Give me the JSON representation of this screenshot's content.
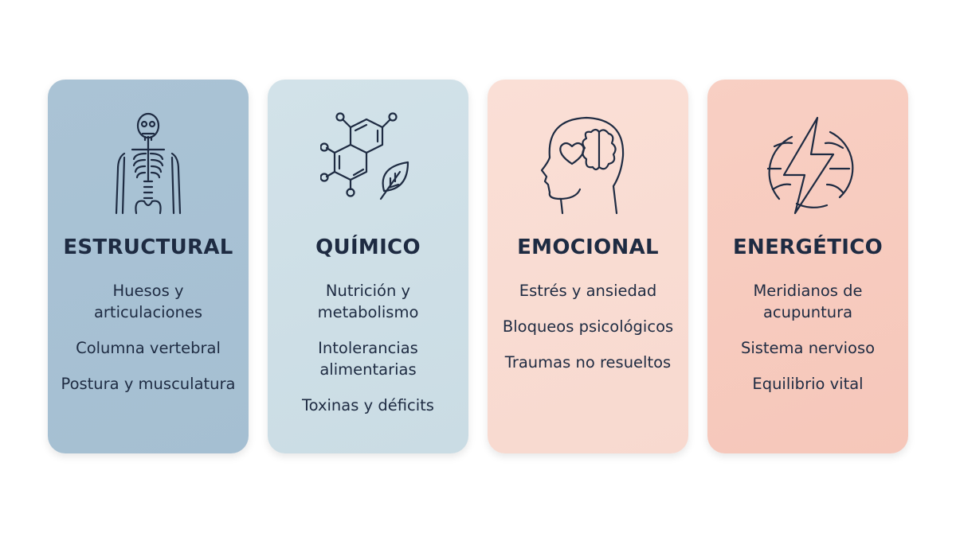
{
  "cards": [
    {
      "title": "ESTRUCTURAL",
      "icon": "skeleton-icon",
      "color": "#a8c1d3",
      "items": [
        "Huesos y articulaciones",
        "Columna vertebral",
        "Postura y musculatura"
      ]
    },
    {
      "title": "QUÍMICO",
      "icon": "molecule-leaf-icon",
      "color": "#cfe0e7",
      "items": [
        "Nutrición y metabolismo",
        "Intolerancias alimentarias",
        "Toxinas y déficits"
      ]
    },
    {
      "title": "EMOCIONAL",
      "icon": "head-heart-brain-icon",
      "color": "#f9ddd3",
      "items": [
        "Estrés y ansiedad",
        "Bloqueos psicológicos",
        "Traumas no resueltos"
      ]
    },
    {
      "title": "ENERGÉTICO",
      "icon": "lightning-globe-icon",
      "color": "#f7cbbe",
      "items": [
        "Meridianos de acupuntura",
        "Sistema nervioso",
        "Equilibrio vital"
      ]
    }
  ]
}
